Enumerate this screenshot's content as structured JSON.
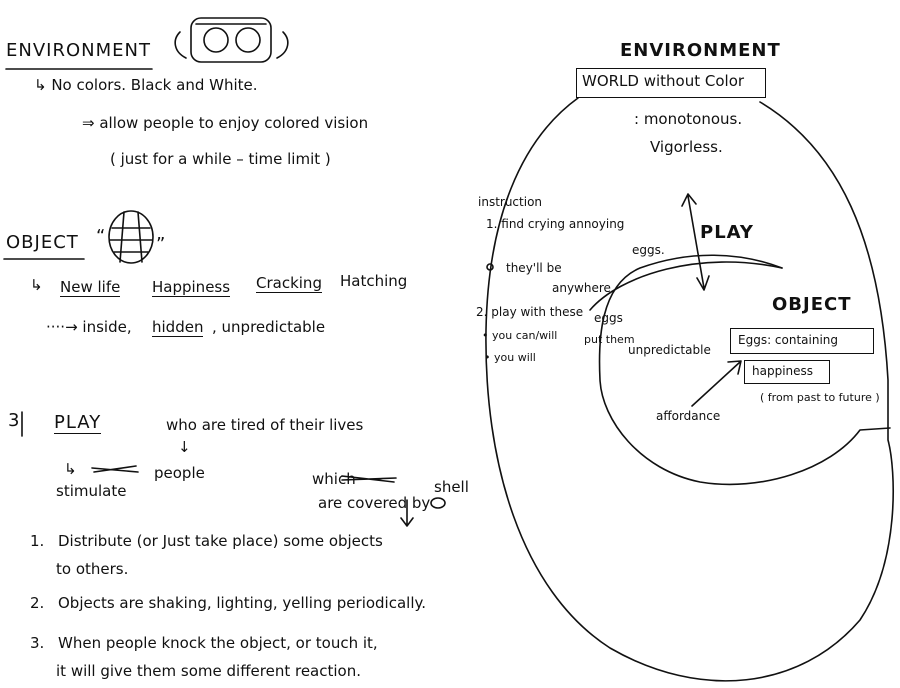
{
  "left": {
    "environment": {
      "title": "ENVIRONMENT",
      "line1": "↳ No colors. Black and White.",
      "line2": "⇒ allow people to enjoy colored vision",
      "line3": "( just for a while – time limit )"
    },
    "object": {
      "title": "OBJECT",
      "quote_open": "“",
      "quote_close": "”",
      "line1_arrow": "↳",
      "w_new_life": "New life",
      "w_happiness": "Happiness",
      "w_cracking": "Cracking",
      "w_hatching": "Hatching",
      "line2_prefix": "····→ inside,",
      "w_hidden": "hidden",
      "w_unpredictable": ", unpredictable"
    },
    "play": {
      "num": "3",
      "title": "PLAY",
      "tired": "who are tired of their lives",
      "down_arrow": "↓",
      "arrow": "↳",
      "stimulate": "stimulate",
      "people": "people",
      "which": "which",
      "covered": "are covered by",
      "shell": "shell",
      "items": [
        {
          "num": "1.",
          "line1": "Distribute (or Just take place) some objects",
          "line2": "to others."
        },
        {
          "num": "2.",
          "line1": "Objects are shaking, lighting, yelling periodically.",
          "line2": ""
        },
        {
          "num": "3.",
          "line1": "When people knock the object, or touch it,",
          "line2": "it will give them some different reaction."
        }
      ]
    }
  },
  "right": {
    "environment_title": "ENVIRONMENT",
    "world_box": "WORLD without Color",
    "monotonous": ": monotonous.",
    "vigorless": "Vigorless.",
    "instruction": "instruction",
    "inst1": "1. find crying annoying",
    "eggs1": "eggs.",
    "anywhere1": "they'll be",
    "anywhere2": "anywhere",
    "play_label": "PLAY",
    "inst2": "2. play with these",
    "eggs2": "eggs",
    "you_can": "• you can/will",
    "put_them": "put them",
    "unpredictable": "unpredictable",
    "you_will": "• you will",
    "object_title": "OBJECT",
    "eggs_box": "Eggs: containing",
    "happiness_box": "happiness",
    "past_future": "( from past to future )",
    "affordance": "affordance"
  }
}
